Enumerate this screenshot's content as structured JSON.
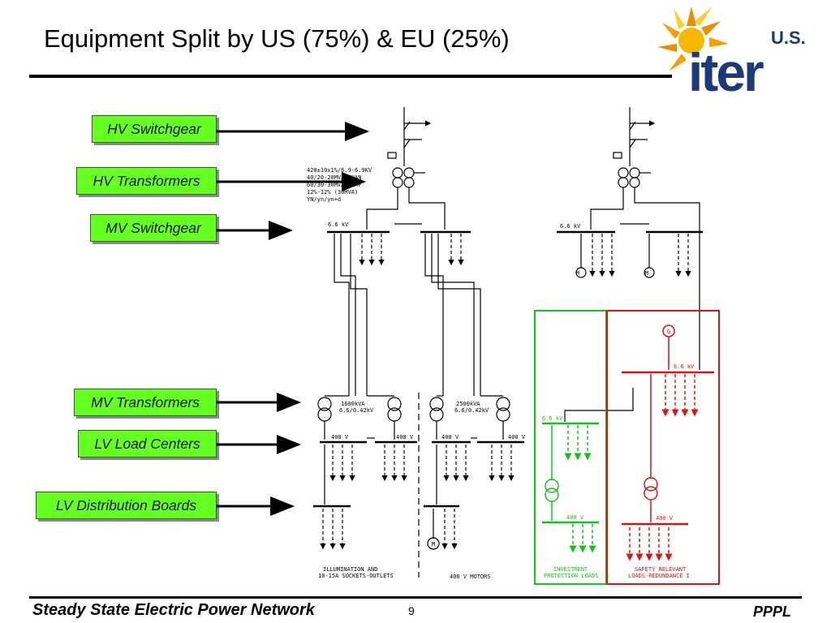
{
  "title": "Equipment Split by US (75%) & EU (25%)",
  "logo": {
    "country": "U.S.",
    "name": "iter"
  },
  "labels": {
    "hv_switchgear": "HV Switchgear",
    "hv_transformers": "HV Transformers",
    "mv_switchgear": "MV Switchgear",
    "mv_transformers": "MV Transformers",
    "lv_load_centers": "LV Load Centers",
    "lv_distribution_boards": "LV Distribution Boards"
  },
  "diagram": {
    "transformer_spec": [
      "420±10x1%/6.9-6.9KV",
      "40/20-20MVA ONAN",
      "60/30-30MVA ONAF",
      "12%-12% (30MVA)",
      "YN/yn/yn+d"
    ],
    "bus_mv": "6.6 kV",
    "bus_mv_right": "6.6 kV",
    "bus_mv_green": "6.6 kV",
    "bus_mv_red": "6.6 kV",
    "xfmr_left": [
      "1600kVA",
      "6.6/0.42kV"
    ],
    "xfmr_right": [
      "2500kVA",
      "6.6/0.42kV"
    ],
    "bus_lv": "400 V",
    "bus_lv_green": "400 V",
    "bus_lv_red": "400 V",
    "motor": "M",
    "generator": "G",
    "caption_illumination": [
      "ILLUMINATION AND",
      "10-15A SOCKETS-OUTLETS"
    ],
    "caption_motors": "400 V MOTORS",
    "caption_investment": [
      "INVESTMENT",
      "PROTECTION LOADS"
    ],
    "caption_safety": [
      "SAFETY RELEVANT",
      "LOADS-REDUNDANCE I"
    ]
  },
  "colors": {
    "label_fill": "#66ff22",
    "green_box": "#18c018",
    "red_box": "#d01818",
    "logo_orange": "#f5a000",
    "logo_blue": "#1d3a78"
  },
  "footer": {
    "left": "Steady State Electric Power Network",
    "page": "9",
    "right": "PPPL"
  }
}
